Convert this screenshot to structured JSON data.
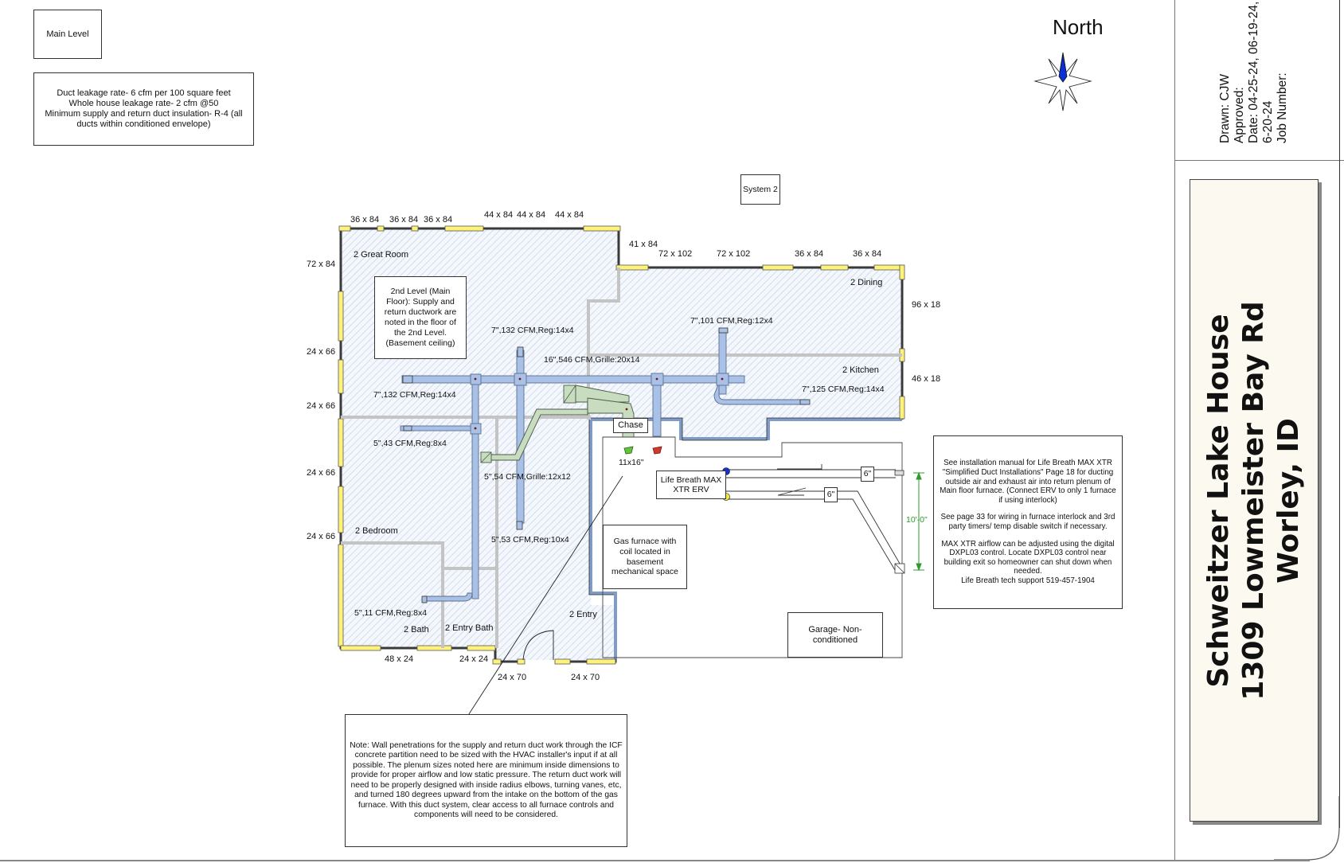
{
  "sheet": {
    "level_label": "Main Level",
    "system_label": "System 2",
    "north_label": "North",
    "leakage_notes": [
      "Duct leakage rate- 6 cfm per 100 square feet",
      "Whole house leakage rate- 2 cfm @50",
      "Minimum supply and return duct insulation- R-4 (all ducts within conditioned envelope)"
    ]
  },
  "title_block": {
    "drawn": "Drawn: CJW",
    "approved": "Approved:",
    "date_line1": "Date: 04-25-24, 06-19-24,",
    "date_line2": "6-20-24",
    "job_number": "Job Number:",
    "project_name": "Schweitzer Lake House",
    "address_line1": "1309 Lowmeister Bay Rd",
    "address_line2": "Worley, ID"
  },
  "rooms": {
    "great_room": "2 Great Room",
    "dining": "2 Dining",
    "kitchen": "2 Kitchen",
    "bedroom": "2 Bedroom",
    "bath": "2 Bath",
    "entry_bath": "2 Entry Bath",
    "entry": "2 Entry",
    "chase": "Chase",
    "garage": "Garage- Non-conditioned"
  },
  "windows": {
    "top_left": [
      "36 x 84",
      "36 x 84",
      "36 x 84"
    ],
    "top_mid": [
      "44 x 84",
      "44 x 84",
      "44 x 84"
    ],
    "top_right": [
      "41 x 84",
      "72 x 102",
      "72 x 102",
      "36 x 84",
      "36 x 84"
    ],
    "left": [
      "72 x 84",
      "24 x 66",
      "24 x 66",
      "24 x 66",
      "24 x 66"
    ],
    "right": [
      "96 x 18",
      "46 x 18"
    ],
    "bottom": [
      "48 x 24",
      "24 x 24",
      "24 x 70",
      "24 x 70"
    ]
  },
  "registers": {
    "great_room_upper": "7\",132 CFM,Reg:14x4",
    "great_room_left": "7\",132 CFM,Reg:14x4",
    "trunk_return": "16\",546 CFM,Grille:20x14",
    "dining": "7\",101 CFM,Reg:12x4",
    "kitchen": "7\",125 CFM,Reg:14x4",
    "bedroom_upper": "5\",43 CFM,Reg:8x4",
    "return_grille": "5\",54 CFM,Grille:12x12",
    "hall": "5\",53 CFM,Reg:10x4",
    "bath": "5\",11 CFM,Reg:8x4"
  },
  "equipment": {
    "plenum_size": "11x16\"",
    "erv_label": "Life Breath MAX XTR ERV",
    "erv_duct_a": "6\"",
    "erv_duct_b": "6\"",
    "dimension": "10'-0\"",
    "furnace_note": "Gas furnace with coil located in basement mechanical space"
  },
  "notes": {
    "level_note": "2nd Level (Main Floor): Supply and return ductwork are noted in the floor of the 2nd Level. (Basement ceiling)",
    "erv_note_1": "See installation manual for Life Breath MAX XTR \"Simplified Duct Installations\" Page 18 for ducting outside air and exhaust air into return plenum of Main floor furnace. (Connect ERV to only 1 furnace if using interlock)",
    "erv_note_2": "See page 33 for wiring in furnace interlock and 3rd party timers/ temp disable switch if necessary.",
    "erv_note_3": "MAX XTR airflow can be adjusted using the digital DXPL03 control. Locate DXPL03 control near building exit so homeowner can shut down when needed.",
    "erv_note_4": "Life Breath tech support 519-457-1904",
    "wall_note": "Note: Wall penetrations for the supply and return duct work through the ICF concrete partition need to be sized with the HVAC installer's input if at all possible. The plenum sizes noted here are minimum inside dimensions to provide for proper airflow and low static pressure. The return duct work will need to be properly designed with inside radius elbows, turning vanes, etc, and turned 180 degrees upward from the intake on the bottom of the gas furnace. With this duct system, clear access to all furnace controls and components will need to be considered."
  },
  "colors": {
    "supply_duct": "#a9c1e6",
    "return_duct": "#c8dcc0",
    "window": "#fff27a",
    "wall": "#3a3a3a",
    "partition": "#c4c4c4",
    "floor_hatch": "#c9d6ea",
    "north_arrow": "#0a2fd8",
    "dimension": "#2e9a2e",
    "title_card": "#fcfaf0"
  }
}
